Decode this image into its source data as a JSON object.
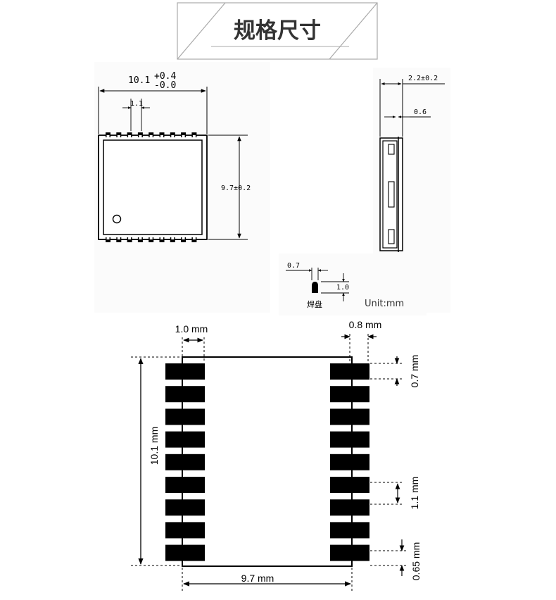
{
  "title": "规格尺寸",
  "top_view": {
    "width_base": "10.1",
    "width_tol_plus": "+0.4",
    "width_tol_minus": "-0.0",
    "pitch": "1.1",
    "height": "9.7±0.2"
  },
  "side_view": {
    "thickness": "2.2±0.2",
    "pad_thickness": "0.6"
  },
  "pad_detail": {
    "width": "0.7",
    "height": "1.0",
    "label": "焊盘",
    "unit": "Unit:mm"
  },
  "footprint": {
    "pad_length": "1.0 mm",
    "pad_width": "0.8 mm",
    "pad_height": "0.7 mm",
    "height": "10.1 mm",
    "pitch": "1.1 mm",
    "edge_offset": "0.65 mm",
    "width": "9.7 mm"
  }
}
